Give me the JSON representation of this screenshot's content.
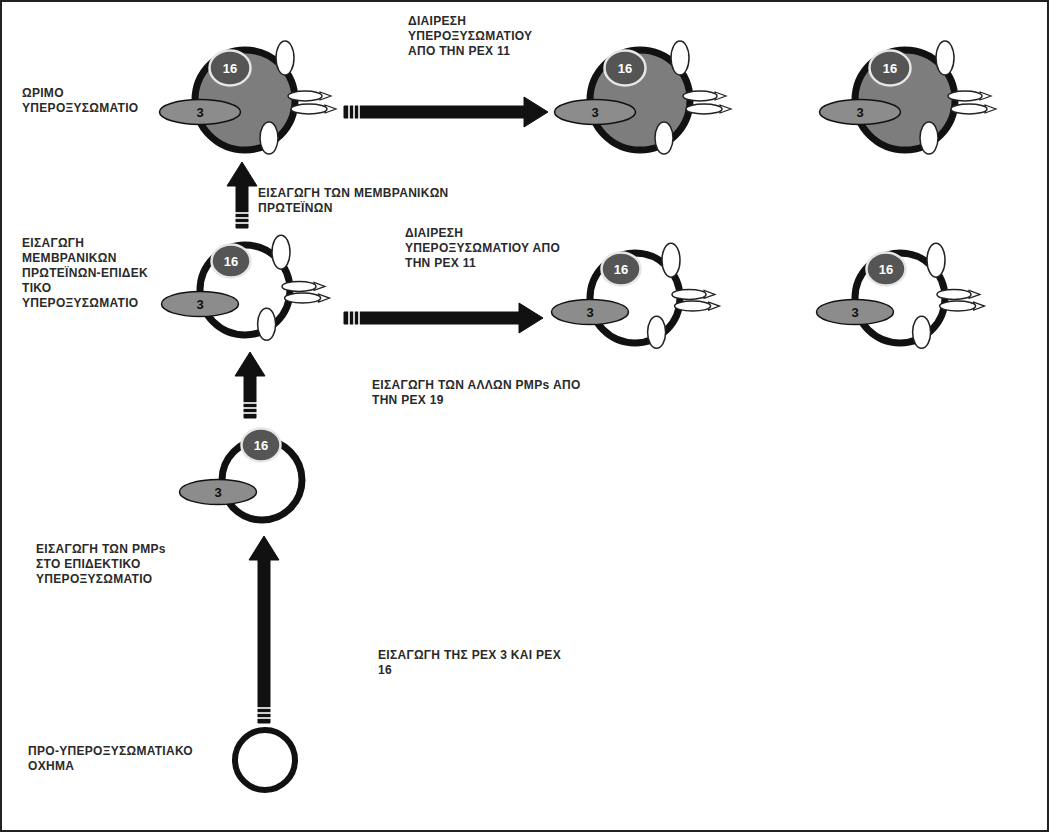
{
  "diagram": {
    "nodes": [
      {
        "text": [
          "ΩΡΙΜΟ ΥΠΕΡΟΞΥΣΩΜΑΤΙΟ"
        ]
      },
      {
        "text": [
          "16"
        ],
        "in": 0
      },
      {
        "text": [
          "3"
        ],
        "in": 0
      },
      {
        "text": []
      },
      {
        "text": [
          "16"
        ],
        "in": 3
      },
      {
        "text": [
          "3"
        ],
        "in": 3
      },
      {
        "text": []
      },
      {
        "text": [
          "16"
        ],
        "in": 6
      },
      {
        "text": [
          "3"
        ],
        "in": 6
      },
      {
        "text": [
          "ΕΙΣΑΓΩΓΗ ΜΕΜΒΡΑΝΙΚΩΝ ΠΡΩΤΕΪΝΩΝ-ΕΠΙΔΕΚ ΤΙΚΟ ΥΠΕΡΟΞΥΣΩΜΑΤΙΟ"
        ]
      },
      {
        "text": [
          "16"
        ],
        "in": 9
      },
      {
        "text": [
          "3"
        ],
        "in": 9
      },
      {
        "text": []
      },
      {
        "text": [
          "16"
        ],
        "in": 12
      },
      {
        "text": [
          "3"
        ],
        "in": 12
      },
      {
        "text": []
      },
      {
        "text": [
          "16"
        ],
        "in": 15
      },
      {
        "text": [
          "3"
        ],
        "in": 15
      },
      {
        "text": [
          "ΕΙΣΑΓΩΓΗ ΤΩΝ PMPs ΣΤΟ ΕΠΙΔΕΚΤΙΚΟ ΥΠΕΡΟΞΥΣΩΜΑΤΙΟ"
        ]
      },
      {
        "text": [
          "16"
        ],
        "in": 18
      },
      {
        "text": [
          "3"
        ],
        "in": 18
      },
      {
        "text": [
          "ΠΡΟ-ΥΠΕΡΟΞΥΣΩΜΑΤΙΑΚΟ ΟΧΗΜΑ"
        ]
      }
    ],
    "edges": [
      {
        "from": 21,
        "to": 18,
        "arrow": "to",
        "label": "ΕΙΣΑΓΩΓΗ ΤΗΣ PEX 3 ΚΑΙ PEX 16"
      },
      {
        "from": 18,
        "to": 9,
        "arrow": "to",
        "label": "ΕΙΣΑΓΩΓΗ ΤΩΝ ΑΛΛΩΝ PMPs ΑΠΟ ΤΗΝ PEX 19"
      },
      {
        "from": 9,
        "to": 0,
        "arrow": "to",
        "label": "ΕΙΣΑΓΩΓΗ ΤΩΝ ΜΕΜΒΡΑΝΙΚΩΝ ΠΡΩΤΕΪΝΩΝ"
      },
      {
        "from": 0,
        "to": 3,
        "arrow": "to",
        "label": "ΔΙΑΙΡΕΣΗ ΥΠΕΡΟΞΥΣΩΜΑΤΙΟΥ ΑΠΟ ΤΗΝ PEX 11"
      },
      {
        "from": 9,
        "to": 12,
        "arrow": "to",
        "label": "ΔΙΑΙΡΕΣΗ ΥΠΕΡΟΞΥΣΩΜΑΤΙΟΥ ΑΠΟ ΤΗΝ PEX 11"
      }
    ]
  }
}
